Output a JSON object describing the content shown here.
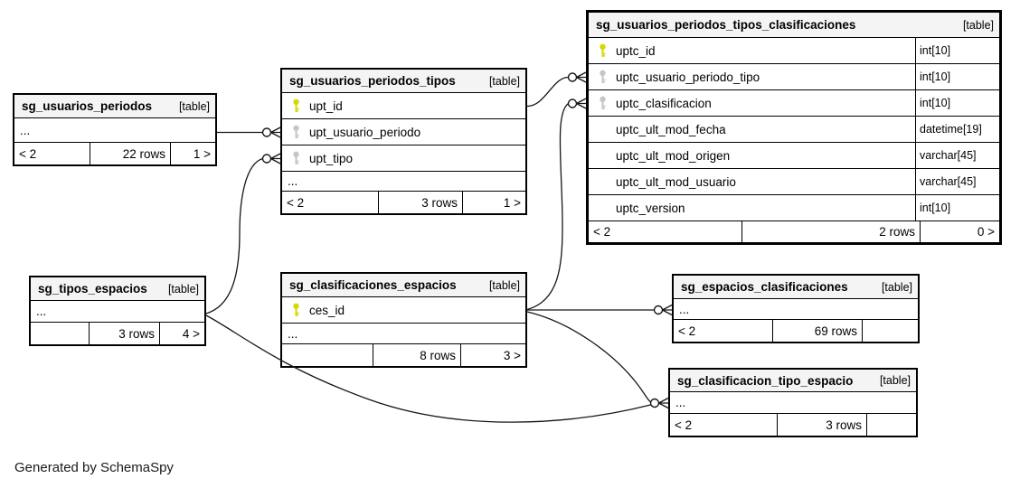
{
  "note": "Generated by SchemaSpy",
  "colors": {
    "primary_key": "#d8d800",
    "foreign_key": "#c6c6c6",
    "header_bg": "#f4f4f4",
    "border": "#000000",
    "line": "#161616"
  },
  "tables": [
    {
      "name": "sg_usuarios_periodos",
      "tag": "[table]",
      "rows": [
        {
          "label": "..."
        }
      ],
      "footer": {
        "left": "< 2",
        "mid": "22 rows",
        "right": "1 >"
      }
    },
    {
      "name": "sg_usuarios_periodos_tipos",
      "tag": "[table]",
      "rows": [
        {
          "label": "upt_id",
          "key": "primary"
        },
        {
          "label": "upt_usuario_periodo",
          "key": "foreign"
        },
        {
          "label": "upt_tipo",
          "key": "foreign"
        },
        {
          "label": "..."
        }
      ],
      "footer": {
        "left": "< 2",
        "mid": "3 rows",
        "right": "1 >"
      }
    },
    {
      "name": "sg_usuarios_periodos_tipos_clasificaciones",
      "tag": "[table]",
      "rows": [
        {
          "label": "uptc_id",
          "key": "primary",
          "type": "int[10]"
        },
        {
          "label": "uptc_usuario_periodo_tipo",
          "key": "foreign",
          "type": "int[10]"
        },
        {
          "label": "uptc_clasificacion",
          "key": "foreign",
          "type": "int[10]"
        },
        {
          "label": "uptc_ult_mod_fecha",
          "type": "datetime[19]"
        },
        {
          "label": "uptc_ult_mod_origen",
          "type": "varchar[45]"
        },
        {
          "label": "uptc_ult_mod_usuario",
          "type": "varchar[45]"
        },
        {
          "label": "uptc_version",
          "type": "int[10]"
        }
      ],
      "footer": {
        "left": "< 2",
        "mid": "2 rows",
        "right": "0 >"
      }
    },
    {
      "name": "sg_tipos_espacios",
      "tag": "[table]",
      "rows": [
        {
          "label": "..."
        }
      ],
      "footer": {
        "left": "",
        "mid": "3 rows",
        "right": "4 >"
      }
    },
    {
      "name": "sg_clasificaciones_espacios",
      "tag": "[table]",
      "rows": [
        {
          "label": "ces_id",
          "key": "primary"
        },
        {
          "label": "..."
        }
      ],
      "footer": {
        "left": "",
        "mid": "8 rows",
        "right": "3 >"
      }
    },
    {
      "name": "sg_espacios_clasificaciones",
      "tag": "[table]",
      "rows": [
        {
          "label": "..."
        }
      ],
      "footer": {
        "left": "< 2",
        "mid": "69 rows",
        "right": ""
      }
    },
    {
      "name": "sg_clasificacion_tipo_espacio",
      "tag": "[table]",
      "rows": [
        {
          "label": "..."
        }
      ],
      "footer": {
        "left": "< 2",
        "mid": "3 rows",
        "right": ""
      }
    }
  ],
  "relationships": [
    {
      "from": "sg_usuarios_periodos",
      "to": "sg_usuarios_periodos_tipos.upt_usuario_periodo"
    },
    {
      "from": "sg_tipos_espacios",
      "to": "sg_usuarios_periodos_tipos.upt_tipo"
    },
    {
      "from": "sg_usuarios_periodos_tipos.upt_id",
      "to": "sg_usuarios_periodos_tipos_clasificaciones.uptc_usuario_periodo_tipo"
    },
    {
      "from": "sg_clasificaciones_espacios.ces_id",
      "to": "sg_usuarios_periodos_tipos_clasificaciones.uptc_clasificacion"
    },
    {
      "from": "sg_clasificaciones_espacios.ces_id",
      "to": "sg_espacios_clasificaciones"
    },
    {
      "from": "sg_clasificaciones_espacios.ces_id",
      "to": "sg_clasificacion_tipo_espacio"
    },
    {
      "from": "sg_tipos_espacios",
      "to": "sg_clasificacion_tipo_espacio"
    }
  ]
}
